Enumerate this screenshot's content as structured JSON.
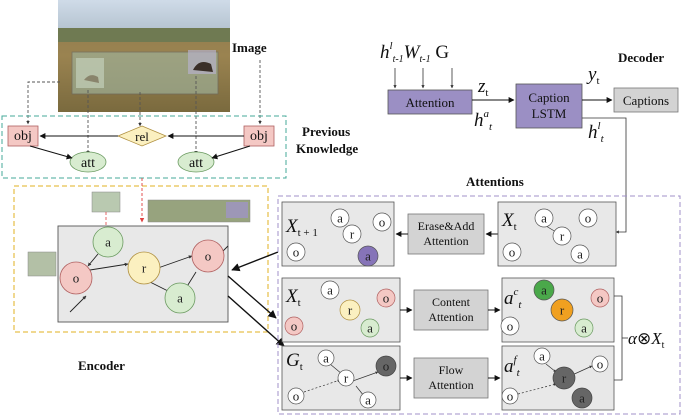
{
  "labels": {
    "image": "Image",
    "decoder": "Decoder",
    "previous_knowledge": "Previous\nKnowledge",
    "attentions": "Attentions",
    "encoder": "Encoder"
  },
  "boxes": {
    "attention": "Attention",
    "caption_lstm": "Caption\nLSTM",
    "captions": "Captions",
    "erase_add": "Erase&Add\nAttention",
    "content_attention": "Content\nAttention",
    "flow_attention": "Flow\nAttention"
  },
  "knowledge_nodes": {
    "obj_left": "obj",
    "rel": "rel",
    "obj_right": "obj",
    "att_left": "att",
    "att_right": "att"
  },
  "node_letters": {
    "a": "a",
    "o": "o",
    "r": "r"
  },
  "math": {
    "inputs": "h^l_{t-1} W_{t-1} G",
    "z_t": "z_t",
    "h_a_t": "h^a_t",
    "y_t": "y_t",
    "h_l_t": "h^l_t",
    "X_t1": "X_{t+1}",
    "X_t": "X_t",
    "a_c_t": "a^c_t",
    "G_t": "G_t",
    "a_f_t": "a^f_t",
    "alpha_x": "α⊗X_t"
  },
  "colors": {
    "purple_box": "#9b8fc4",
    "gray_box": "#d3d3d3",
    "panel": "#e8e8e8",
    "node_green": "#d8ecd0",
    "node_pink": "#f4c8c4",
    "node_yellow": "#fbf0c0",
    "node_purple": "#8674b8",
    "node_dark_green": "#4aa84a",
    "node_orange": "#f0a020",
    "node_dark_gray": "#666666",
    "teal_dash": "#44aa99",
    "yellow_dash": "#e0b020",
    "violet_dash": "#a090c8"
  }
}
